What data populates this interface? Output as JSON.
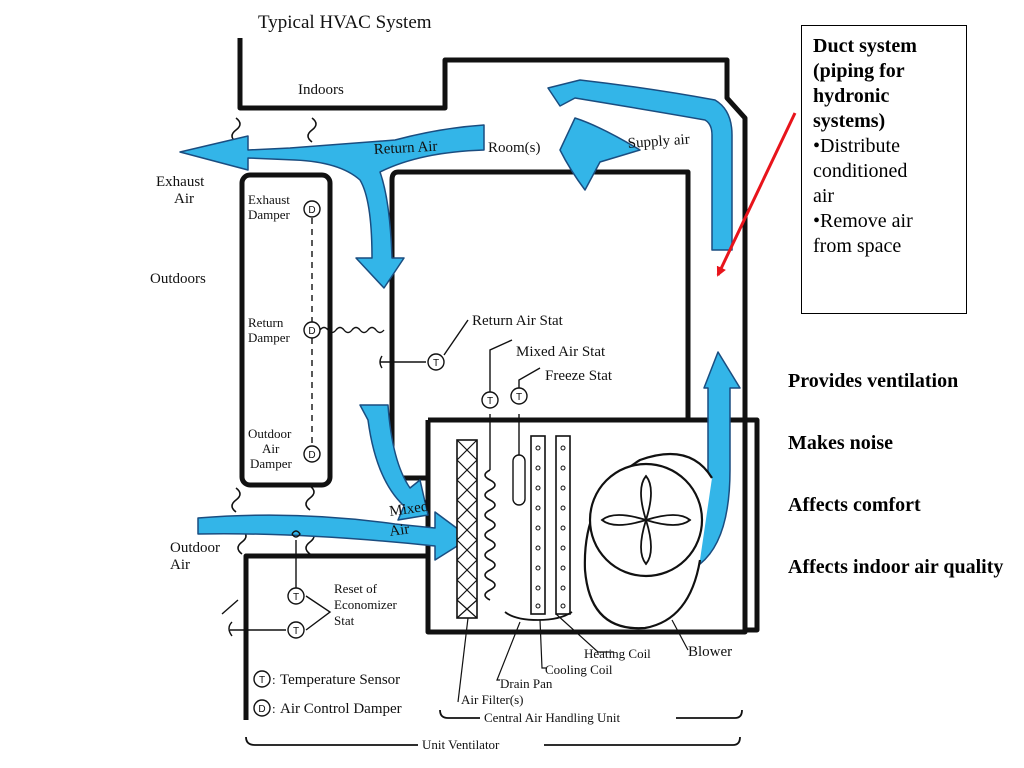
{
  "diagram": {
    "title": "Typical HVAC System",
    "labels": {
      "indoors": "Indoors",
      "outdoors": "Outdoors",
      "rooms": "Room(s)",
      "supply_air": "Supply air",
      "return_air": "Return Air",
      "exhaust_air_1": "Exhaust",
      "exhaust_air_2": "Air",
      "exhaust_damper_1": "Exhaust",
      "exhaust_damper_2": "Damper",
      "return_damper_1": "Return",
      "return_damper_2": "Damper",
      "outdoor_damper_1": "Outdoor",
      "outdoor_damper_2": "Air",
      "outdoor_damper_3": "Damper",
      "return_air_stat": "Return Air Stat",
      "mixed_air_stat": "Mixed Air Stat",
      "freeze_stat": "Freeze Stat",
      "mixed_air_1": "Mixed",
      "mixed_air_2": "Air",
      "outdoor_air_1": "Outdoor",
      "outdoor_air_2": "Air",
      "reset_1": "Reset of",
      "reset_2": "Economizer",
      "reset_3": "Stat",
      "heating_coil": "Heating Coil",
      "cooling_coil": "Cooling Coil",
      "drain_pan": "Drain Pan",
      "air_filters": "Air Filter(s)",
      "blower": "Blower",
      "legend_t": "Temperature Sensor",
      "legend_d": "Air Control Damper",
      "central_unit": "Central Air Handling Unit",
      "unit_ventilator": "Unit Ventilator"
    },
    "symbols": {
      "t": "T",
      "d": "D"
    },
    "colors": {
      "airflow": "#33b5e8",
      "line": "#111111",
      "pointer": "#e8141b"
    }
  },
  "callout": {
    "heading": [
      "Duct system",
      "(piping for",
      "hydronic",
      "systems)"
    ],
    "bullets": [
      "•Distribute",
      "conditioned",
      "air",
      "•Remove air",
      "from space"
    ]
  },
  "notes": [
    "Provides ventilation",
    "Makes noise",
    "Affects comfort",
    "Affects indoor air quality"
  ]
}
